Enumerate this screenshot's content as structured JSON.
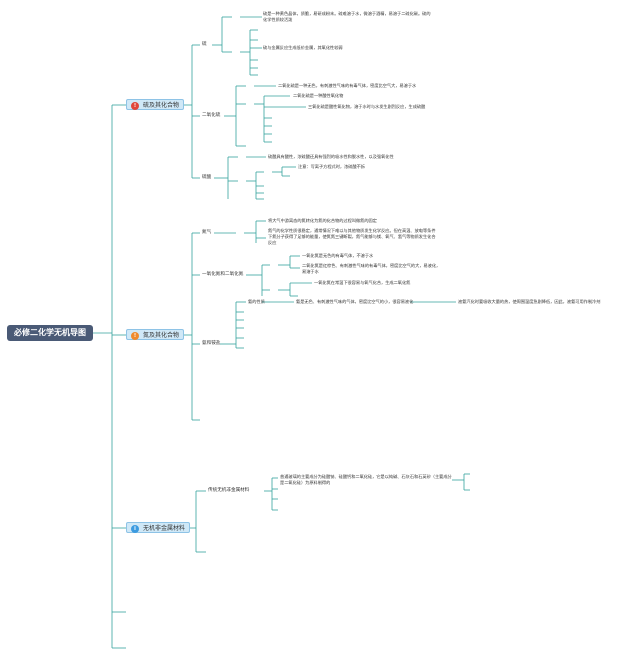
{
  "root": {
    "title": "必修二化学无机导图"
  },
  "colors": {
    "line": "#35a39e",
    "root_bg": "#4a5a76",
    "topic_bg": "#cfe8f7",
    "badge_red": "#e0463a",
    "badge_orange": "#ef8a2c",
    "badge_blue": "#3c9be0"
  },
  "topics": [
    {
      "label": "硫及其化合物",
      "badge": "!"
    },
    {
      "label": "氮及其化合物",
      "badge": "!"
    },
    {
      "label": "无机非金属材料",
      "badge": "i"
    }
  ],
  "sulfur": {
    "s": "硫",
    "s_note1": "硫是一种黄色晶体，质脆，易研成粉末。硫难溶于水，微溶于酒精，易溶于二硫化碳。硫的化学性质较活泼",
    "s_note2": "硫与金属反应生成低价金属，其氧化性较弱",
    "so2": "二氧化硫",
    "so2_note1": "二氧化硫是一种无色，有刺激性气味的有毒气体，密度比空气大，易溶于水",
    "so2_note2": "二氧化硫是一种酸性氧化物",
    "so2_note3": "三氧化硫是酸性氧化物，溶于水时与水发生剧烈反应，生成硫酸",
    "h2so4": "硫酸",
    "h2so4_note1": "硫酸具有酸性，浓硫酸还具有强烈的吸水性和脱水性，以及强氧化性",
    "h2so4_note2": "注意：写离子方程式时，浓硫酸不拆"
  },
  "nitrogen": {
    "n2": "氮气",
    "n2_note1": "将大气中游离态的氮转化为氮的化合物的过程叫做氮的固定",
    "n2_note2": "氮气的化学性质很稳定，通常情况下难以与其他物质发生化学反应。但在高温、放电等条件下氮分子获得了足够的能量，使氮氮三键断裂，氮气能够与镁、氧气、氢气等物质发生化合反应",
    "no": "一氧化氮和二氧化氮",
    "no_note1": "一氧化氮是无色的有毒气体，不溶于水",
    "no_note2": "二氧化氮是红棕色、有刺激性气味的有毒气体，密度比空气的大，易液化，易溶于水",
    "no_note3": "一氧化氮在常温下很容易与氧气化合，生成二氧化氮",
    "nh3": "氨和铵盐",
    "nh3_a": "氨的性质",
    "nh3_a_note": "氨是无色、有刺激性气味的气体，密度比空气的小，很容易液化",
    "nh3_b_note": "液氨汽化时要吸收大量的热，使周围温度急剧降低，因此，液氨可用作制冷剂"
  },
  "nonmetal": {
    "trad": "传统无机非金属材料",
    "trad_note": "普通玻璃的主要成分为硅酸钠、硅酸钙和二氧化硅，它是以纯碱、石灰石和石英砂（主要成分是二氧化硅）为原料制得的"
  }
}
